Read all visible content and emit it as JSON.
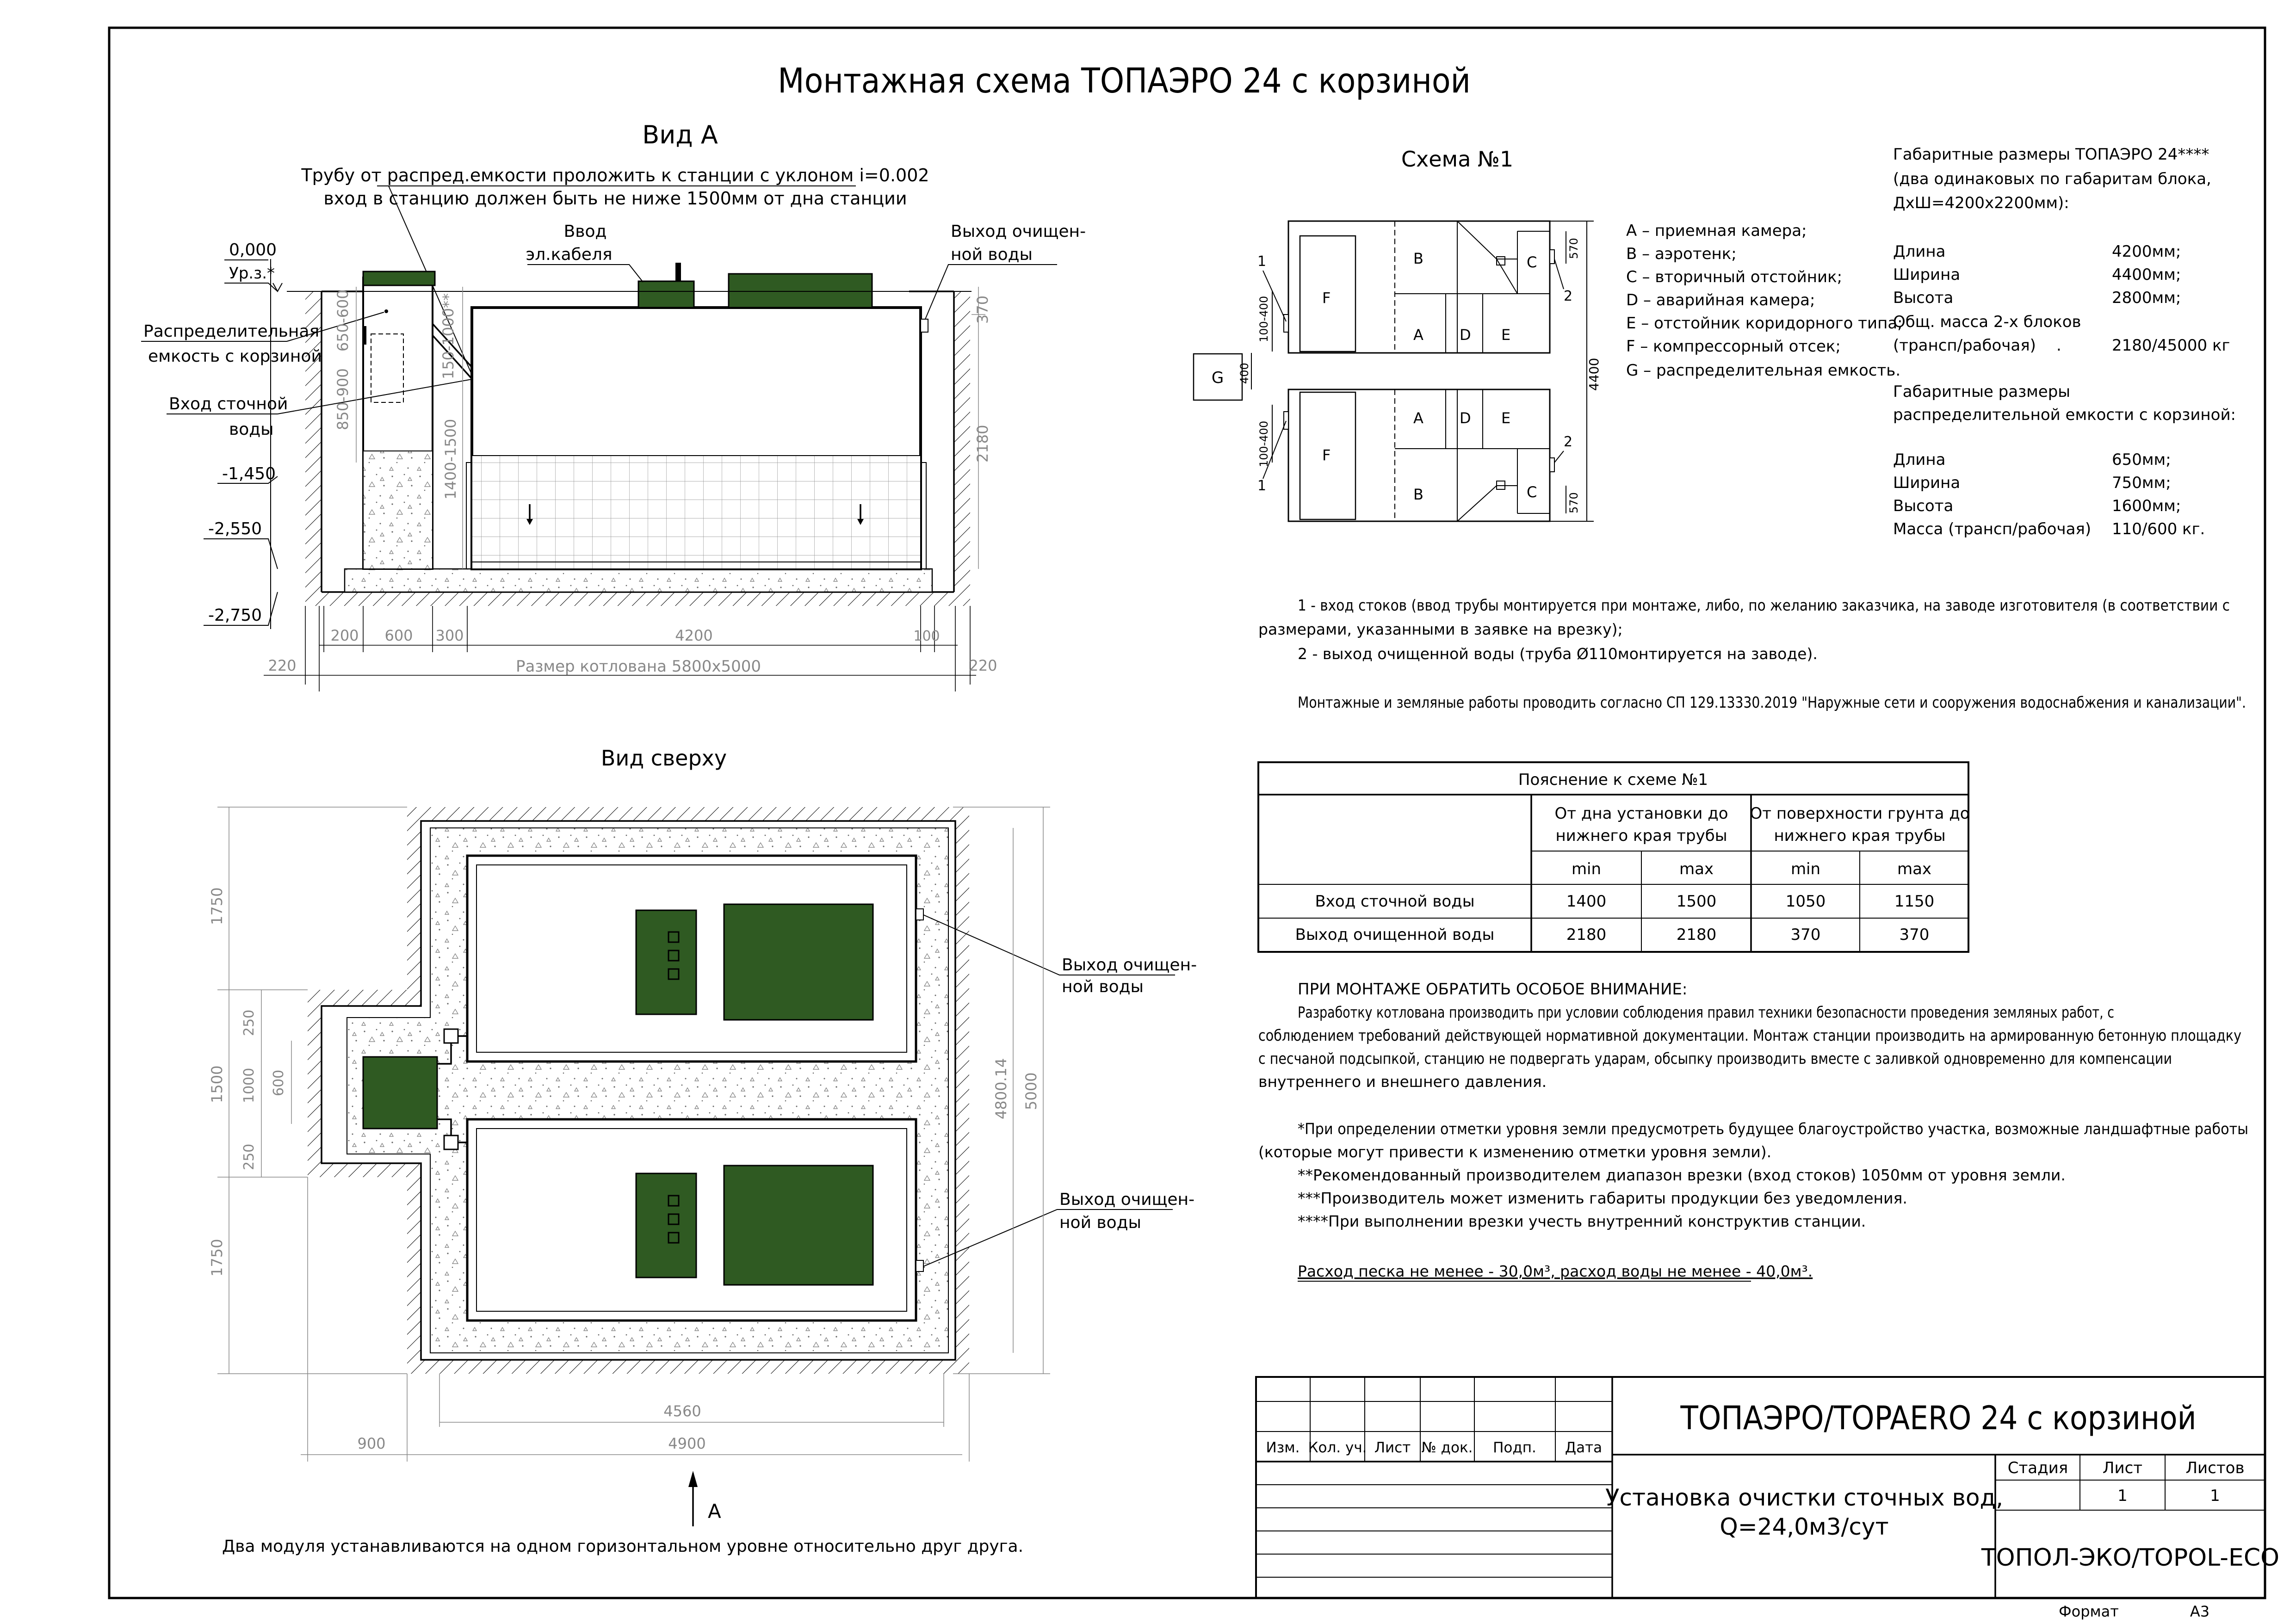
{
  "title": "Монтажная схема ТОПАЭРО 24 с корзиной",
  "view_a": {
    "title": "Вид А",
    "note_line1": "Трубу от распред.емкости проложить к станции с уклоном i=0.002",
    "note_line2": "вход в станцию должен быть не ниже 1500мм от дна станции",
    "cable_label_1": "Ввод",
    "cable_label_2": "эл.кабеля",
    "outlet_label_1": "Выход очищен-",
    "outlet_label_2": "ной воды",
    "level_zero": "0,000",
    "level_zero_sub": "Ур.з.*",
    "dist_label_1": "Распределительная",
    "dist_label_2": "емкость с корзиной",
    "inlet_label_1": "Вход сточной",
    "inlet_label_2": "воды",
    "level_1": "-1,450",
    "level_2": "-2,550",
    "level_3": "-2,750",
    "dims_v": [
      "650-600",
      "850-900",
      "150-1000**",
      "1400-1500",
      "370",
      "2180"
    ],
    "dims_bottom": [
      "200",
      "600",
      "300",
      "4200",
      "100"
    ],
    "dim_220_left": "220",
    "dim_220_right": "220",
    "pit_label": "Размер котлована 5800х5000"
  },
  "view_top": {
    "title": "Вид сверху",
    "outlet_1_a": "Выход очищен-",
    "outlet_1_b": "ной воды",
    "outlet_2_a": "Выход очищен-",
    "outlet_2_b": "ной воды",
    "dims_left": [
      "1750",
      "250",
      "1500",
      "1000",
      "600",
      "250",
      "1750"
    ],
    "dims_right": [
      "4800.14",
      "5000"
    ],
    "dim_4560": "4560",
    "dim_4900": "4900",
    "dim_900": "900",
    "arrow_label": "А",
    "footnote": "Два модуля устанавливаются на одном горизонтальном уровне относительно друг друга."
  },
  "scheme": {
    "title": "Схема №1",
    "labels_top": [
      "B",
      "A",
      "D",
      "E",
      "C",
      "F"
    ],
    "labels_bottom": [
      "A",
      "D",
      "E",
      "B",
      "C",
      "F"
    ],
    "g_label": "G",
    "callouts": [
      "1",
      "2",
      "1",
      "2"
    ],
    "dims": [
      "570",
      "100-400",
      "400",
      "4400",
      "100-400",
      "570"
    ],
    "legend": [
      "А – приемная камера;",
      "В – аэротенк;",
      "С – вторичный отстойник;",
      "D – аварийная камера;",
      "Е – отстойник коридорного типа;",
      "F – компрессорный отсек;",
      "G – распределительная емкость."
    ]
  },
  "specs": {
    "heading_1": "Габаритные размеры ТОПАЭРО 24****",
    "heading_2": "(два одинаковых по габаритам блока,",
    "heading_3": "ДхШ=4200х2200мм):",
    "rows": [
      {
        "label": "Длина",
        "value": "4200мм;"
      },
      {
        "label": "Ширина",
        "value": "4400мм;"
      },
      {
        "label": "Высота",
        "value": "2800мм;"
      }
    ],
    "mass_label_1": "Общ. масса 2-х блоков",
    "mass_label_2": "(трансп/рабочая)",
    "mass_dot": ".",
    "mass_value": "2180/45000 кг",
    "dist_heading_1": "Габаритные размеры",
    "dist_heading_2": "распределительной емкости с корзиной:",
    "dist_rows": [
      {
        "label": "Длина",
        "value": "650мм;"
      },
      {
        "label": "Ширина",
        "value": "750мм;"
      },
      {
        "label": "Высота",
        "value": "1600мм;"
      },
      {
        "label": "Масса (трансп/рабочая)",
        "value": "110/600 кг."
      }
    ]
  },
  "notes": {
    "n1_a": "1 - вход  стоков (ввод трубы монтируется при монтаже, либо, по желанию заказчика, на заводе изготовителя (в соответствии с",
    "n1_b": "размерами, указанными в заявке на врезку);",
    "n2": "2 - выход очищенной воды (труба Ø110монтируется на заводе).",
    "n3": "Монтажные и земляные работы проводить согласно СП 129.13330.2019 \"Наружные сети и сооружения водоснабжения и канализации\"."
  },
  "table": {
    "title": "Пояснение к схеме №1",
    "h1": "От дна установки до",
    "h1b": "нижнего края трубы",
    "h2": "От поверхности грунта до",
    "h2b": "нижнего края трубы",
    "min": "min",
    "max": "max",
    "rows": [
      {
        "label": "Вход сточной воды",
        "v": [
          "1400",
          "1500",
          "1050",
          "1150"
        ]
      },
      {
        "label": "Выход очищенной воды",
        "v": [
          "2180",
          "2180",
          "370",
          "370"
        ]
      }
    ]
  },
  "attention": {
    "heading": "ПРИ МОНТАЖЕ ОБРАТИТЬ ОСОБОЕ ВНИМАНИЕ:",
    "lines": [
      "Разработку котлована производить при условии соблюдения правил техники безопасности проведения земляных работ, с",
      "соблюдением требований действующей нормативной документации. Монтаж станции производить на армированную бетонную площадку",
      "с песчаной подсыпкой, станцию не подвергать ударам, обсыпку производить вместе с заливкой одновременно для компенсации",
      "внутреннего и внешнего давления."
    ],
    "star_lines": [
      "*При определении отметки уровня земли предусмотреть будущее благоустройство участка, возможные ландшафтные работы",
      "(которые могут привести к изменению отметки уровня земли).",
      "**Рекомендованный производителем диапазон врезки (вход стоков) 1050мм от уровня земли.",
      "***Производитель может изменить габариты продукции без уведомления.",
      "****При выполнении врезки учесть внутренний конструктив станции."
    ],
    "consumption": "Расход песка не менее - 30,0м³, расход воды не менее - 40,0м³."
  },
  "titleblock": {
    "product": "ТОПАЭРО/TOPAERO 24 с корзиной",
    "cols": [
      "Изм.",
      "Кол. уч.",
      "Лист",
      "№ док.",
      "Подп.",
      "Дата"
    ],
    "desc_1": "Установка очистки сточных вод,",
    "desc_2": "Q=24,0м3/сут",
    "stage": "Стадия",
    "sheet": "Лист",
    "sheets": "Листов",
    "sheet_val": "1",
    "sheets_val": "1",
    "company": "ТОПОЛ-ЭКО/TOPOL-ECO",
    "format_label": "Формат",
    "format_val": "А3"
  },
  "colors": {
    "module_green": "#2f5a22",
    "soil_hatch": "#000000"
  }
}
